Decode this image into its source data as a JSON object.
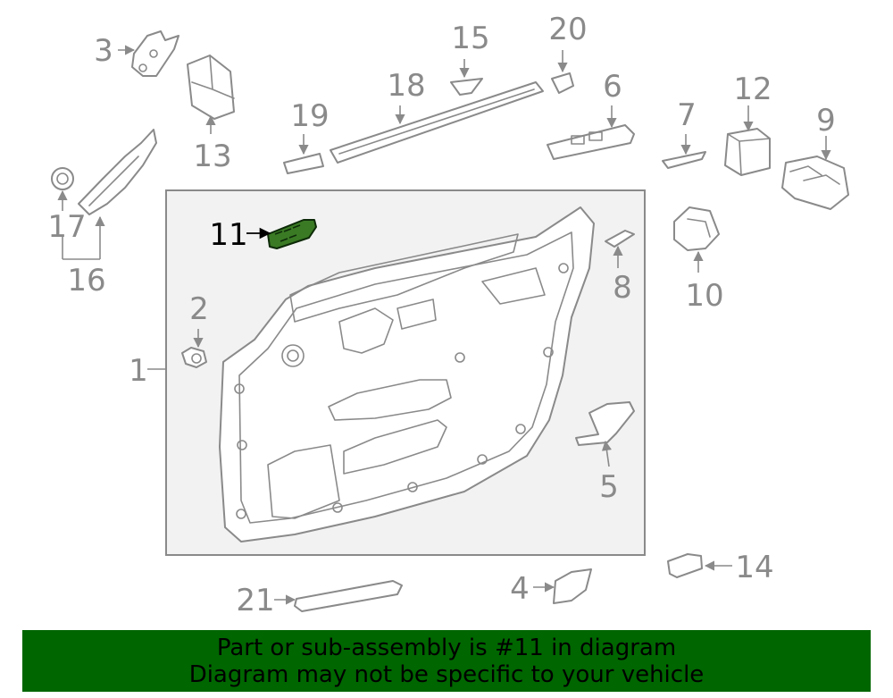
{
  "callouts": [
    "1",
    "2",
    "3",
    "4",
    "5",
    "6",
    "7",
    "8",
    "9",
    "10",
    "11",
    "12",
    "13",
    "14",
    "15",
    "16",
    "17",
    "18",
    "19",
    "20",
    "21"
  ],
  "highlighted_part": "11",
  "colors": {
    "highlight": "#3a7a24",
    "banner": "#006600",
    "line": "#8a8a8a",
    "panel_bg": "#f2f2f2"
  },
  "banner": {
    "line1": "Part or sub-assembly is #11 in diagram",
    "line2": "Diagram may not be specific to your vehicle"
  }
}
